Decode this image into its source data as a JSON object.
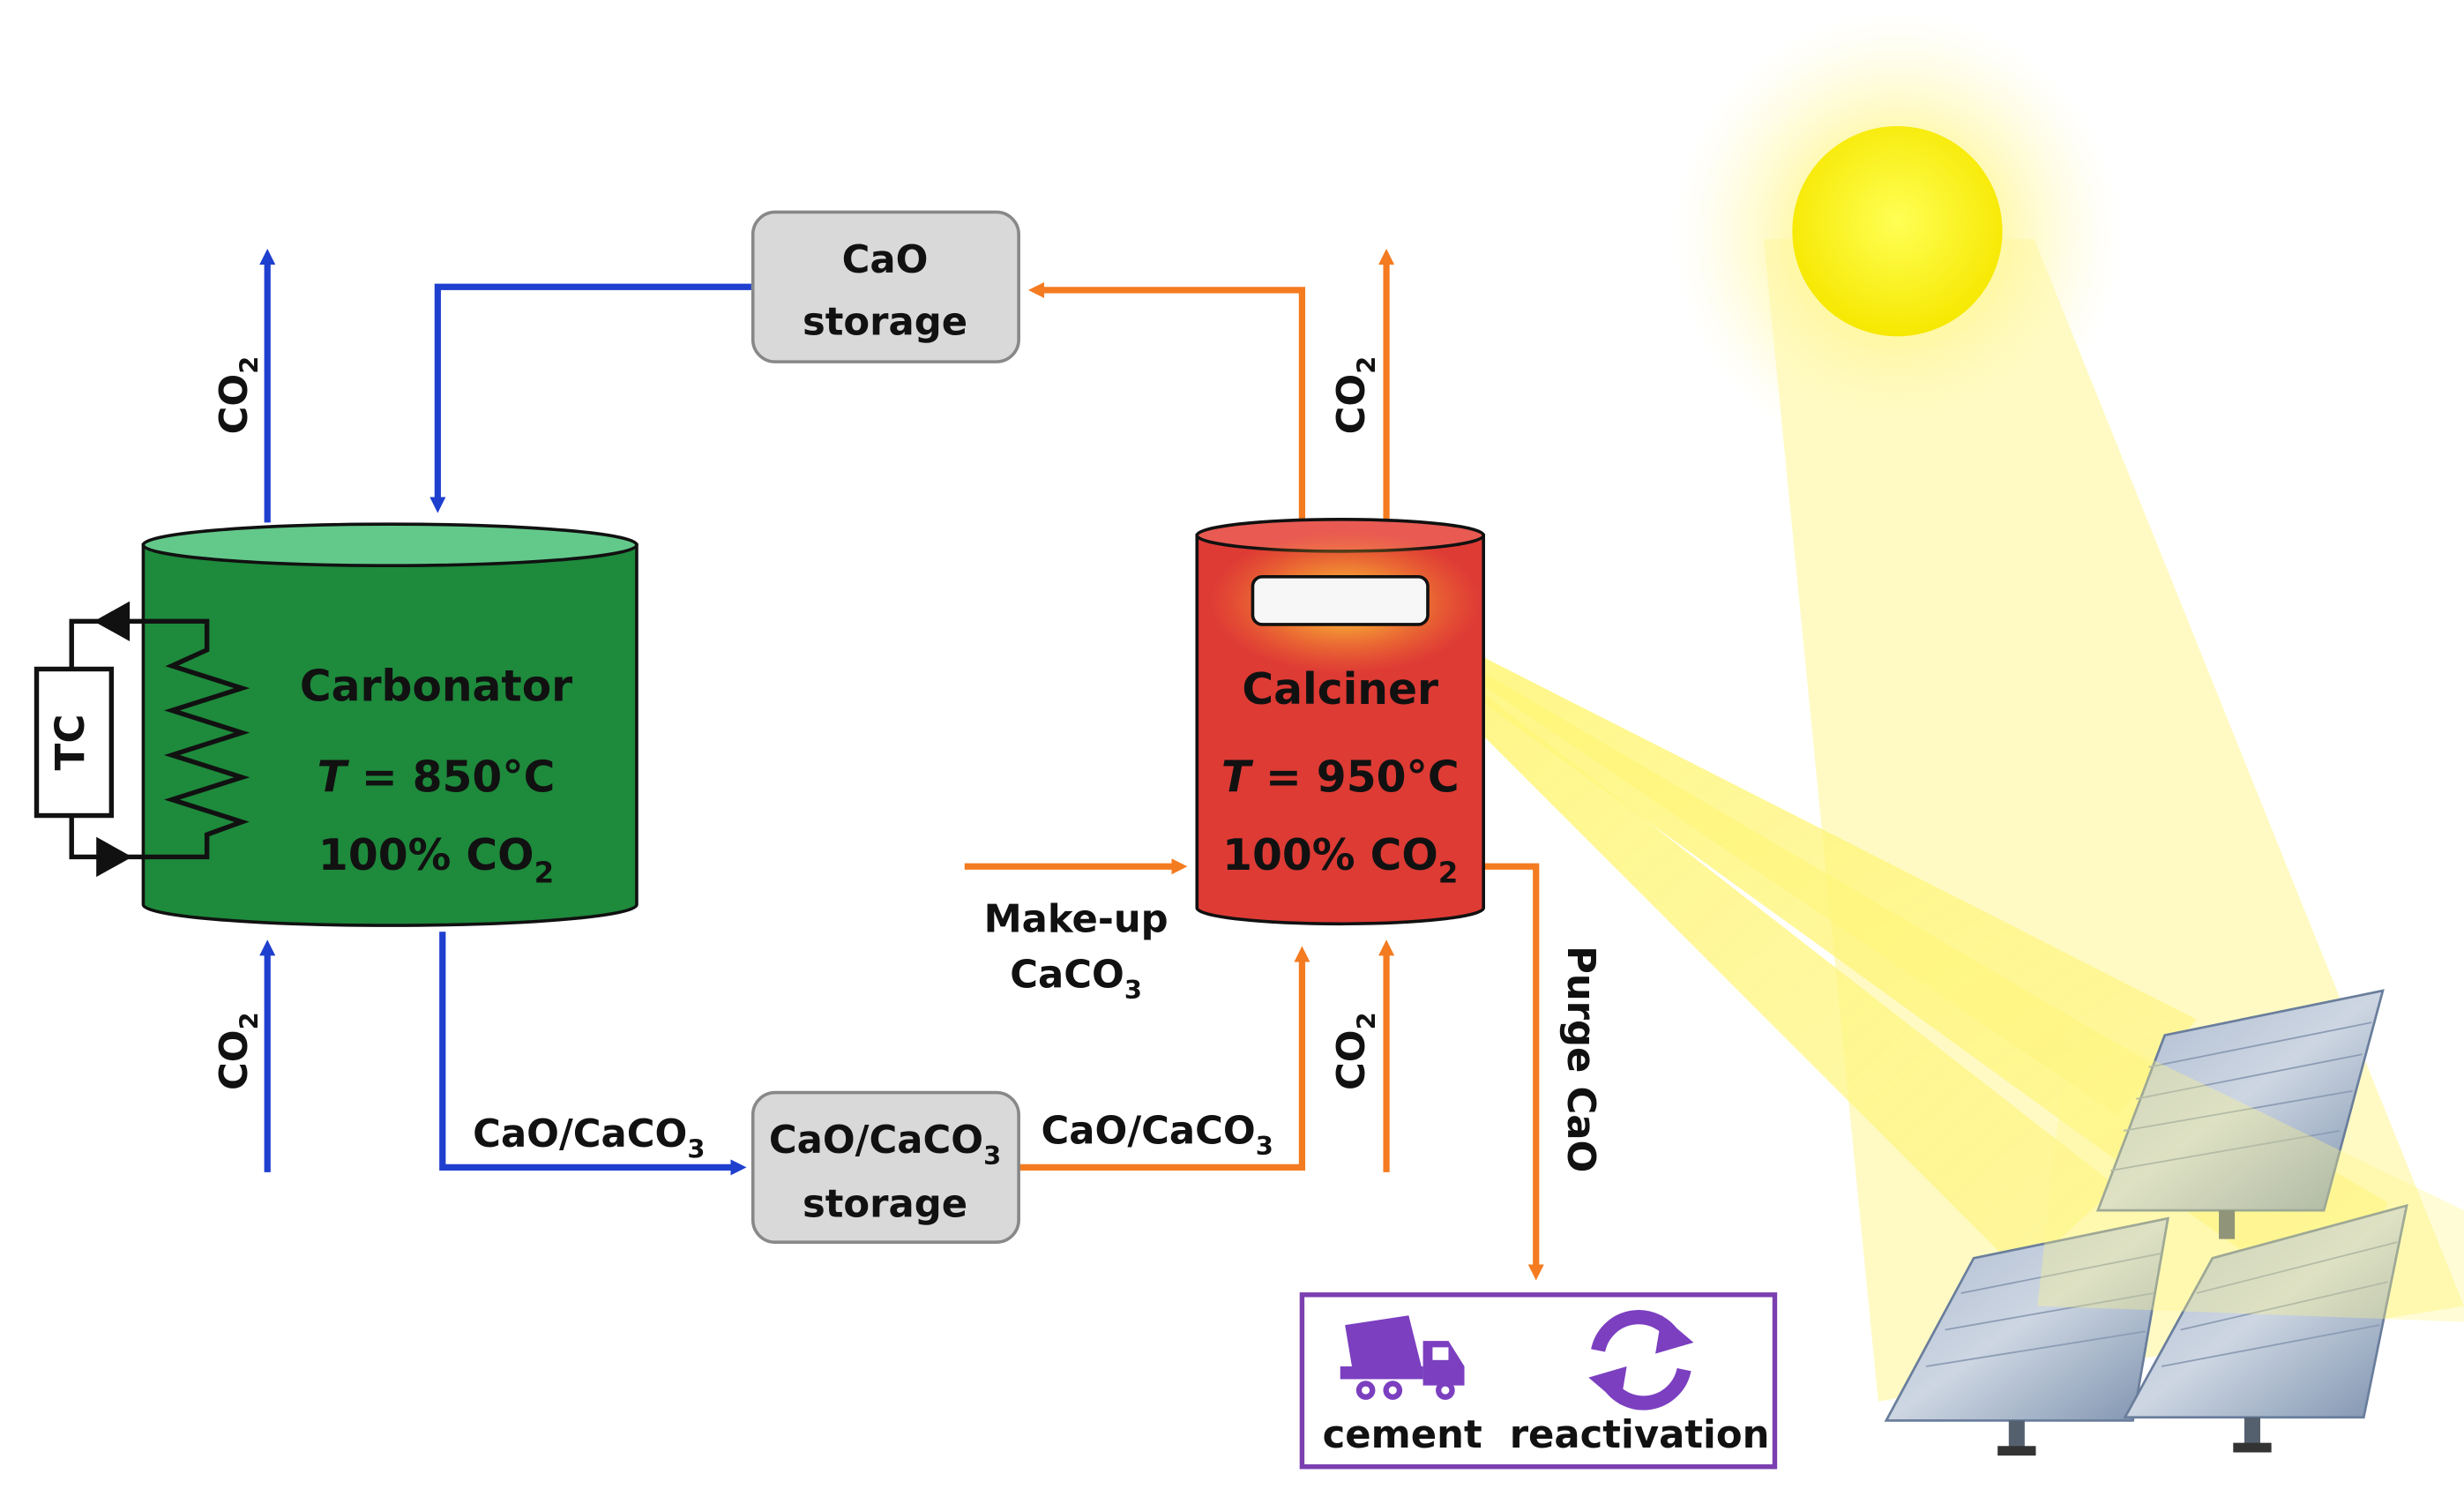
{
  "storage_top": {
    "line1": "CaO",
    "line2": "storage"
  },
  "storage_bottom": {
    "line1": "CaO/CaCO",
    "line1_sub": "3",
    "line2": "storage"
  },
  "carbonator": {
    "name": "Carbonator",
    "temp_var": "T",
    "temp_value": " = 850°C",
    "conc": "100% CO",
    "conc_sub": "2"
  },
  "calciner": {
    "name": "Calciner",
    "temp_var": "T",
    "temp_value": " = 950°C",
    "conc": "100% CO",
    "conc_sub": "2"
  },
  "tc_label": "TC",
  "co2_label": {
    "main": "CO",
    "sub": "2"
  },
  "flow_labels": {
    "carbonator_to_storage": {
      "main": "CaO/CaCO",
      "sub": "3"
    },
    "storage_to_calciner": {
      "main": "CaO/CaCO",
      "sub": "3"
    },
    "makeup_line1": "Make-up",
    "makeup_line2": {
      "main": "CaCO",
      "sub": "3"
    },
    "purge": "Purge CaO"
  },
  "outputs": {
    "cement": "cement",
    "reactivation": "reactivation"
  },
  "colors": {
    "blue_flow": "#1f3fcf",
    "orange_flow": "#f47b20",
    "carbonator": "#1e8a3c",
    "carbonator_top": "#63c98b",
    "calciner": "#de3b35",
    "storage": "#d9d9d9",
    "output_border": "#7a3fb0",
    "icon_purple": "#7b3fc0",
    "sun": "#fff200"
  },
  "icons": [
    "truck-mixer-icon",
    "recycle-arrows-icon",
    "sun-icon",
    "solar-heliostat-icon",
    "heat-exchanger-coil-icon"
  ]
}
